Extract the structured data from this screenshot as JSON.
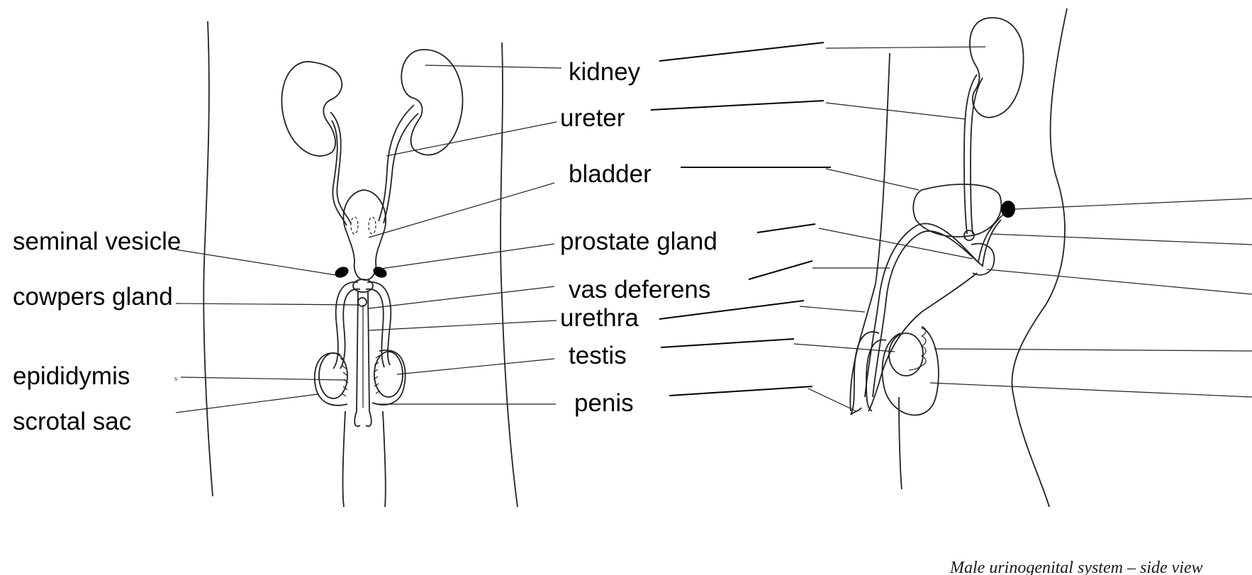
{
  "labels": {
    "kidney": "kidney",
    "ureter": "ureter",
    "bladder": "bladder",
    "seminal_vesicle": "seminal vesicle",
    "prostate_gland": "prostate gland",
    "cowpers_gland": "cowpers gland",
    "vas_deferens": "vas deferens",
    "urethra": "urethra",
    "epididymis": "epididymis",
    "testis": "testis",
    "scrotal_sac": "scrotal sac",
    "penis": "penis"
  },
  "caption": "Male urinogenital system – side view",
  "colors": {
    "ink": "#000000",
    "background": "#ffffff"
  }
}
